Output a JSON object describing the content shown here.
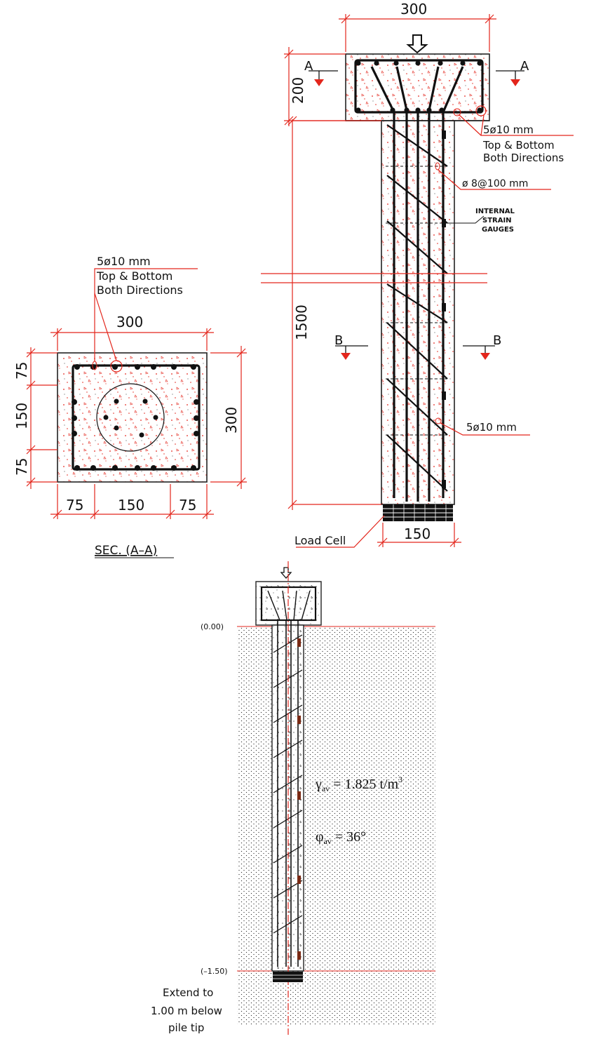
{
  "section_a": {
    "rebar_label": "5ø10  mm",
    "rebar_label_2": "Top  &  Bottom",
    "rebar_label_3": "Both  Directions",
    "dim_top": "300",
    "dim_right": "300",
    "dim_left_1": "75",
    "dim_left_2": "150",
    "dim_left_3": "75",
    "dim_bottom_1": "75",
    "dim_bottom_2": "150",
    "dim_bottom_3": "75",
    "title": "SEC.  (A–A)"
  },
  "elevation": {
    "dim_top": "300",
    "dim_cap_height": "200",
    "dim_length": "1500",
    "dim_bottom": "150",
    "cut_a": "A",
    "cut_b": "B",
    "cap_rebar": "5ø10  mm",
    "cap_rebar_2": "Top  &  Bottom",
    "cap_rebar_3": "Both  Directions",
    "ties": "ø  8@100  mm",
    "gauges_1": "INTERNAL",
    "gauges_2": "STRAIN",
    "gauges_3": "GAUGES",
    "long_rebar": "5ø10  mm",
    "load_cell": "Load  Cell"
  },
  "soil": {
    "level_top": "(0.00)",
    "level_bottom": "(–1.50)",
    "gamma_sym": "γ",
    "gamma_sub": "av",
    "gamma_val": " = 1.825 t/m",
    "gamma_sup": "3",
    "phi_sym": "φ",
    "phi_sub": "av",
    "phi_val": " = 36°",
    "extend_1": "Extend to",
    "extend_2": "1.00  m  below",
    "extend_3": "pile  tip"
  },
  "colors": {
    "dimension": "#e3261c",
    "line": "#111111",
    "soil_dots": "#333333"
  }
}
